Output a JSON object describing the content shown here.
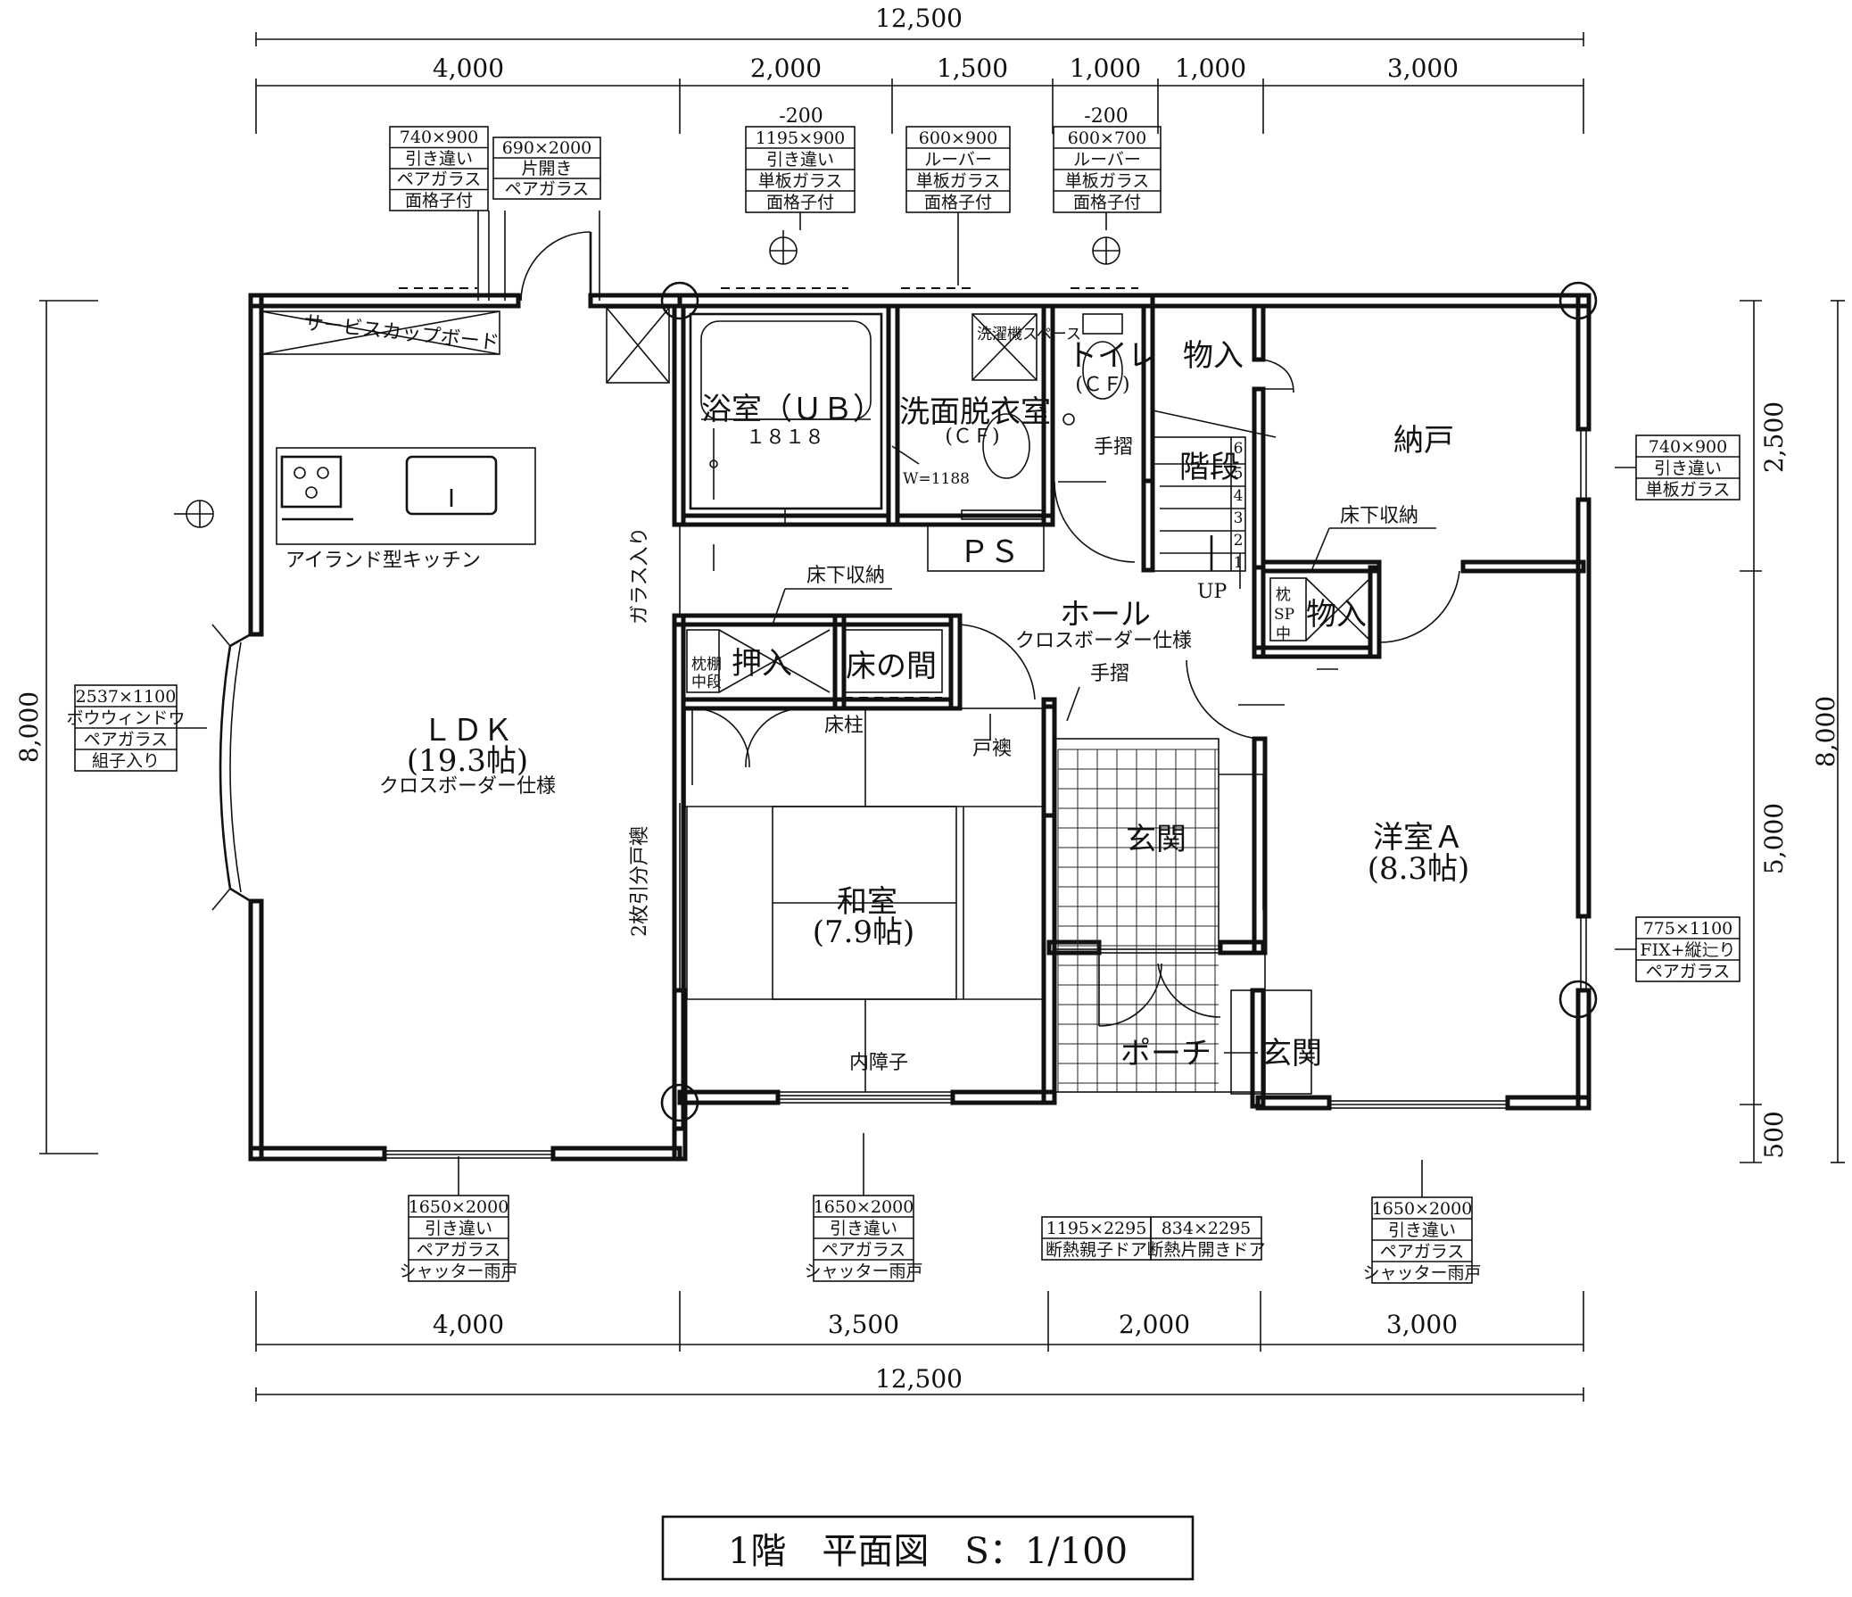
{
  "dimensions": {
    "top_total": "12,500",
    "top": [
      "4,000",
      "2,000",
      "1,500",
      "1,000",
      "1,000",
      "3,000"
    ],
    "bottom": [
      "4,000",
      "3,500",
      "2,000",
      "3,000"
    ],
    "bottom_total": "12,500",
    "left": "8,000",
    "right_total": "8,000",
    "right": [
      "2,500",
      "5,000",
      "500"
    ]
  },
  "top_offsets": [
    "-200",
    "-200"
  ],
  "window_tags": {
    "kitchen_window": [
      "740×900",
      "引き違い",
      "ペアガラス",
      "面格子付"
    ],
    "kitchen_door": [
      "690×2000",
      "片開き",
      "ペアガラス"
    ],
    "bath_window": [
      "1195×900",
      "引き違い",
      "単板ガラス",
      "面格子付"
    ],
    "wash_window": [
      "600×900",
      "ルーバー",
      "単板ガラス",
      "面格子付"
    ],
    "toilet_window": [
      "600×700",
      "ルーバー",
      "単板ガラス",
      "面格子付"
    ],
    "storage_window": [
      "740×900",
      "引き違い",
      "単板ガラス"
    ],
    "bay_window": [
      "2537×1100",
      "ボウウィンドウ",
      "ペアガラス",
      "組子入り"
    ],
    "western_window": [
      "775×1100",
      "FIX+縦辷り",
      "ペアガラス"
    ],
    "ldk_door": [
      "1650×2000",
      "引き違い",
      "ペアガラス",
      "シャッター雨戸"
    ],
    "washitsu_door": [
      "1650×2000",
      "引き違い",
      "ペアガラス",
      "シャッター雨戸"
    ],
    "entry_door_main": [
      "1195×2295",
      "断熱親子ドア"
    ],
    "entry_door_sub": [
      "834×2295",
      "断熱片開きドア"
    ],
    "western_door": [
      "1650×2000",
      "引き違い",
      "ペアガラス",
      "シャッター雨戸"
    ]
  },
  "rooms": {
    "ldk": "ＬＤＫ",
    "ldk_size": "(19.3帖)",
    "ldk_finish": "クロスボーダー仕様",
    "kitchen": "アイランド型キッチン",
    "service_cupboard": "サービスカップボード",
    "glass": "ガラス入り",
    "sliding": "2枚引分戸襖",
    "bath": "浴室（ＵＢ）",
    "bath_size": "１８１８",
    "wash": "洗面脱衣室",
    "wash_floor": "(ＣＦ)",
    "washer": "洗濯機スペース",
    "wash_width": "W=1188",
    "toilet": "トイレ",
    "toilet_floor": "(ＣＦ)",
    "handrail_1": "手摺",
    "handrail_2": "手摺",
    "ps": "ＰＳ",
    "storage_small": "物入",
    "nando": "納戸",
    "stairs": "階段",
    "up": "UP",
    "stair_steps": [
      "6",
      "5",
      "4",
      "3",
      "2",
      "1"
    ],
    "underfloor_1": "床下収納",
    "underfloor_2": "床下収納",
    "hall": "ホール",
    "hall_finish": "クロスボーダー仕様",
    "closet": "物入",
    "sp_1": "枕",
    "sp_2": "SP",
    "sp_3": "中",
    "oshiire": "押入",
    "tokonoma": "床の間",
    "pillow_shelf_1": "枕棚",
    "pillow_shelf_2": "中段",
    "tokobashira": "床柱",
    "tobusuma": "戸襖",
    "washitsu": "和室",
    "washitsu_size": "(7.9帖)",
    "uchishoji": "内障子",
    "genkan": "玄関",
    "porch": "ポーチ",
    "genkan_2": "玄関",
    "western": "洋室Ａ",
    "western_size": "(8.3帖)"
  },
  "title": "1階　平面図　S：1/100"
}
